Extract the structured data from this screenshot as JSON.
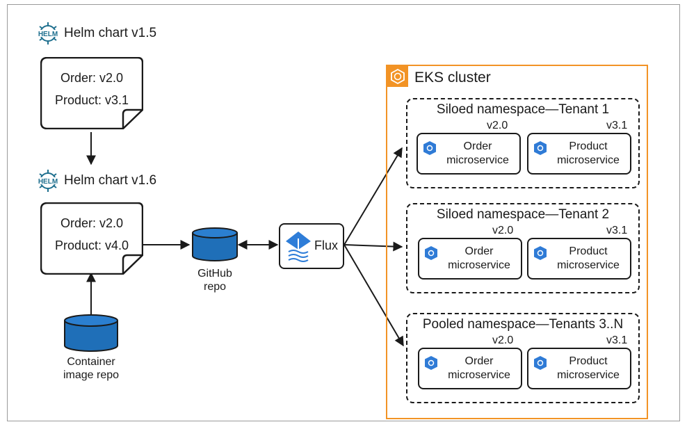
{
  "helm_v15": {
    "logo_text": "HELM",
    "label": "Helm chart v1.5",
    "order": "Order: v2.0",
    "product": "Product: v3.1"
  },
  "helm_v16": {
    "logo_text": "HELM",
    "label": "Helm chart v1.6",
    "order": "Order: v2.0",
    "product": "Product: v4.0"
  },
  "container_repo": {
    "line1": "Container",
    "line2": "image repo"
  },
  "github_repo": {
    "line1": "GitHub",
    "line2": "repo"
  },
  "flux": {
    "label": "Flux"
  },
  "eks": {
    "title": "EKS cluster",
    "accent": "#f29325"
  },
  "namespaces": [
    {
      "title": "Siloed namespace—Tenant 1",
      "order_version": "v2.0",
      "product_version": "v3.1"
    },
    {
      "title": "Siloed namespace—Tenant 2",
      "order_version": "v2.0",
      "product_version": "v3.1"
    },
    {
      "title": "Pooled namespace—Tenants 3..N",
      "order_version": "v2.0",
      "product_version": "v3.1"
    }
  ],
  "services": {
    "order_line1": "Order",
    "order_line2": "microservice",
    "product_line1": "Product",
    "product_line2": "microservice"
  },
  "colors": {
    "repo_blue": "#1f6fb8",
    "k8s_blue": "#2f7bd6",
    "helm_teal": "#1e6f8e",
    "flux_blue": "#2e7dd8"
  }
}
